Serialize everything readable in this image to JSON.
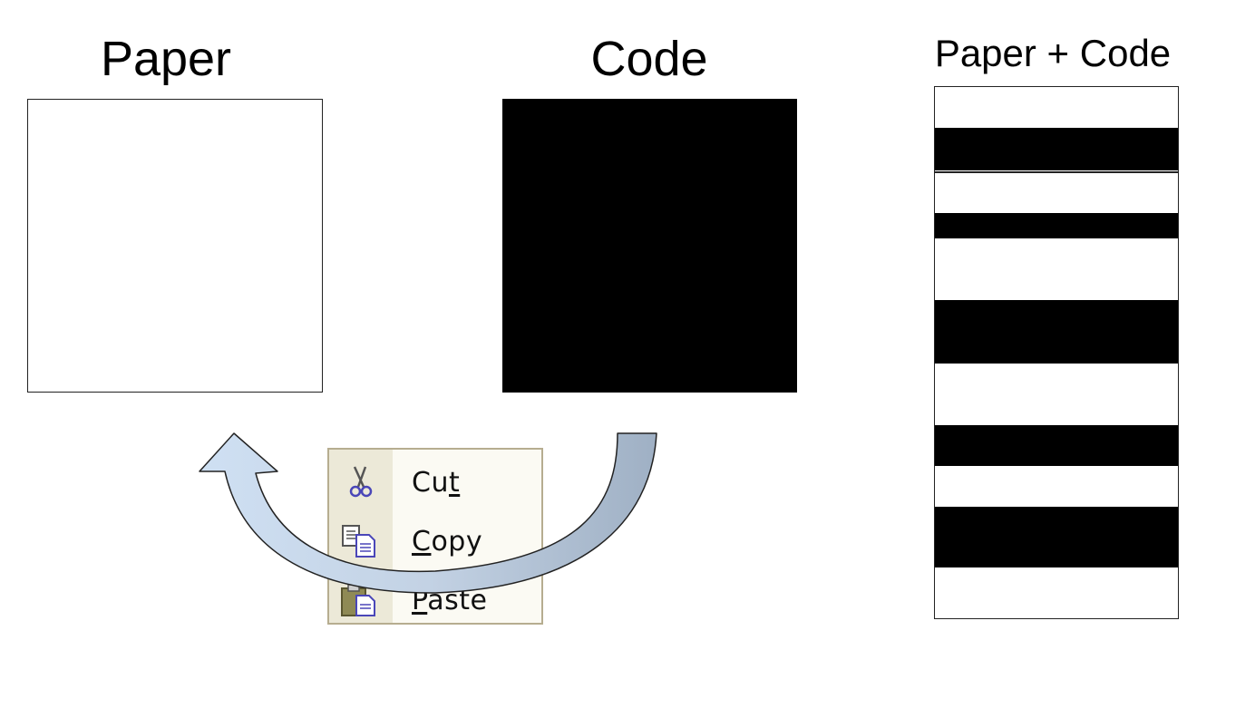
{
  "titles": {
    "paper": "Paper",
    "code": "Code",
    "combined": "Paper + Code"
  },
  "boxes": {
    "paper_fill": "#ffffff",
    "code_fill": "#000000"
  },
  "context_menu": {
    "items": [
      {
        "pre": "Cu",
        "mnemonic": "t",
        "post": "",
        "icon": "scissors-icon"
      },
      {
        "pre": "",
        "mnemonic": "C",
        "post": "opy",
        "icon": "copy-icon"
      },
      {
        "pre": "",
        "mnemonic": "P",
        "post": "aste",
        "icon": "paste-icon"
      }
    ]
  },
  "arrow": {
    "from": "code",
    "to": "paper",
    "color_left": "#cfe0f3",
    "color_right": "#9fb0c4"
  },
  "colors": {
    "menu_border": "#b6ad90",
    "menu_gutter": "#ece9d8",
    "menu_bg": "#fbfaf3"
  }
}
